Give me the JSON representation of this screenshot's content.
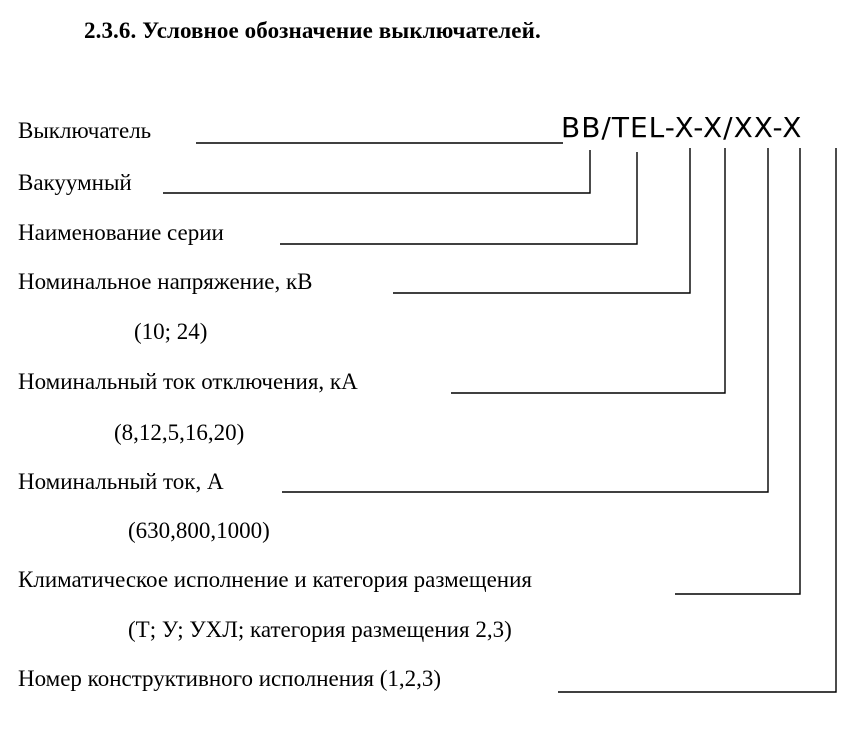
{
  "heading": "2.3.6. Условное обозначение выключателей.",
  "designation_code": "ВВ/TEL-X-X/XX-X",
  "rows": [
    {
      "label": "Выключатель"
    },
    {
      "label": "Вакуумный"
    },
    {
      "label": "Наименование серии"
    },
    {
      "label": "Номинальное напряжение, кВ",
      "values": "(10; 24)"
    },
    {
      "label": "Номинальный ток отключения, кА",
      "values": "(8,12,5,16,20)"
    },
    {
      "label": "Номинальный ток, А",
      "values": "(630,800,1000)"
    },
    {
      "label": "Климатическое исполнение и категория размещения",
      "values": "(Т; У; УХЛ; категория размещения 2,3)"
    },
    {
      "label": "Номер конструктивного исполнения (1,2,3)"
    }
  ]
}
